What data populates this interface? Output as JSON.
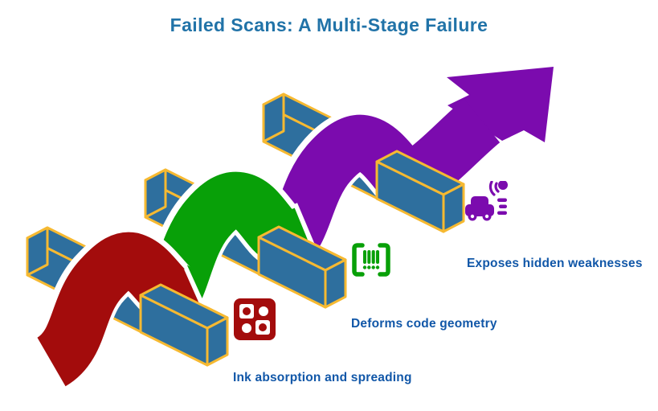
{
  "title": {
    "text": "Failed Scans: A Multi-Stage Failure"
  },
  "stages": [
    {
      "name": "stage-1",
      "label": "Ink absorption and spreading",
      "icon": "qr-code-icon",
      "color": "#a30c0c"
    },
    {
      "name": "stage-2",
      "label": "Deforms code geometry",
      "icon": "barcode-scan-icon",
      "color": "#08a008"
    },
    {
      "name": "stage-3",
      "label": "Exposes hidden weaknesses",
      "icon": "car-radar-icon",
      "color": "#7b0bae"
    }
  ],
  "colors": {
    "title_blue": "#2173a8",
    "label_blue": "#1157a8",
    "ribbon_red": "#a30c0c",
    "ribbon_green": "#08a008",
    "ribbon_purple": "#7b0bae",
    "bar_blue": "#2e6f9e",
    "bar_gold": "#f6b931",
    "outline_white": "#ffffff"
  }
}
